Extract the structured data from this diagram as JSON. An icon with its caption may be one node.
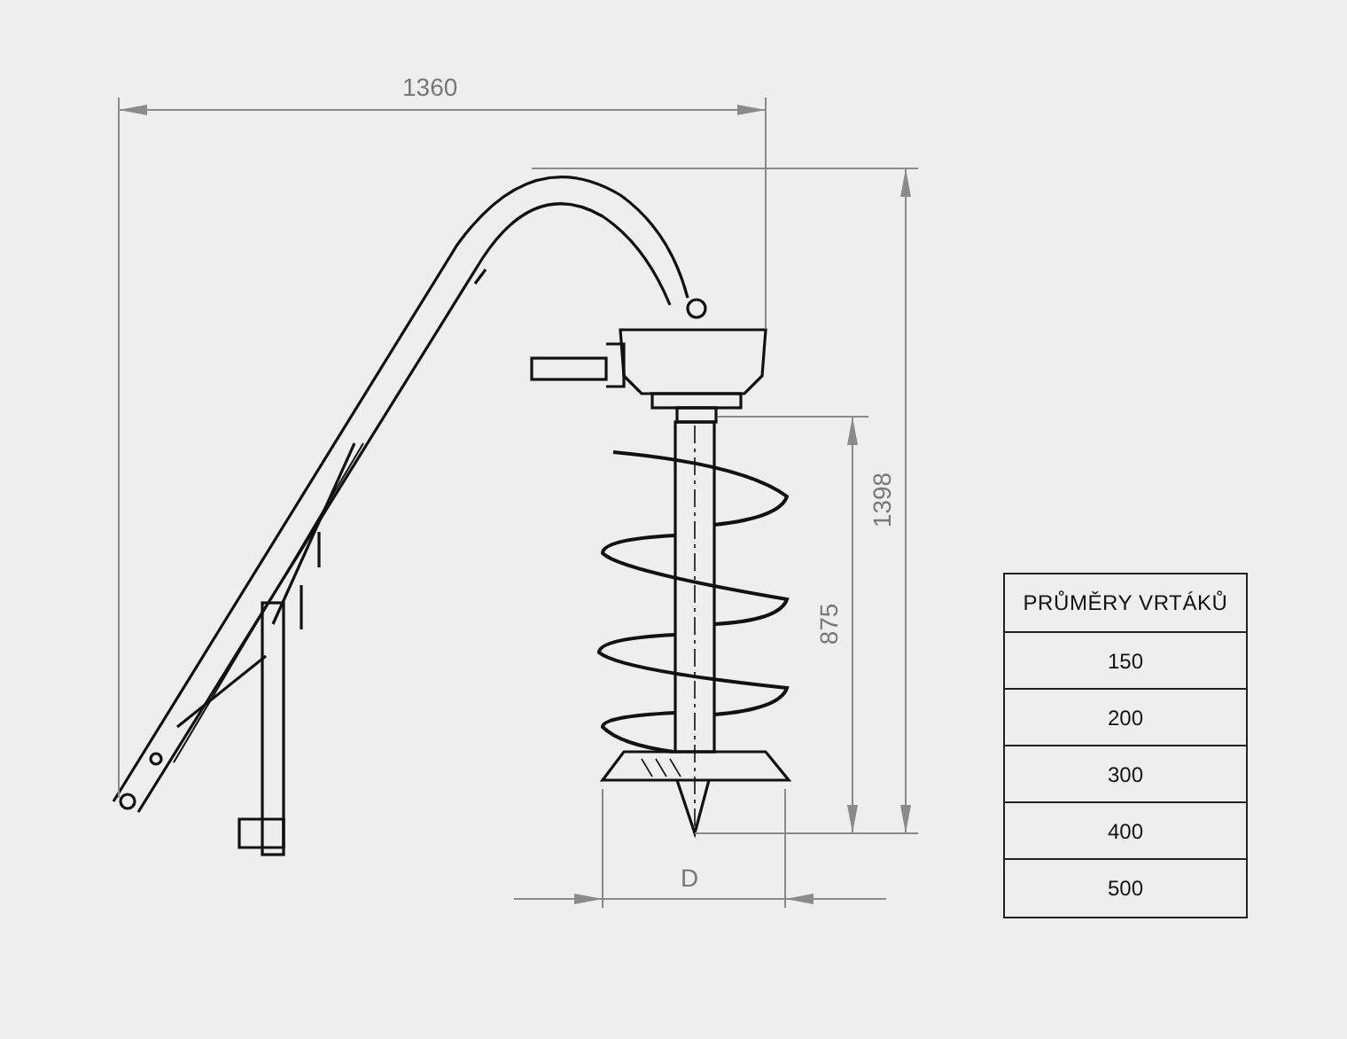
{
  "diagram": {
    "labels": [
      "1360",
      "1398",
      "875",
      "D",
      "PRŮMĚRY VRTÁKŮ",
      "150",
      "200",
      "300",
      "400",
      "500"
    ]
  }
}
